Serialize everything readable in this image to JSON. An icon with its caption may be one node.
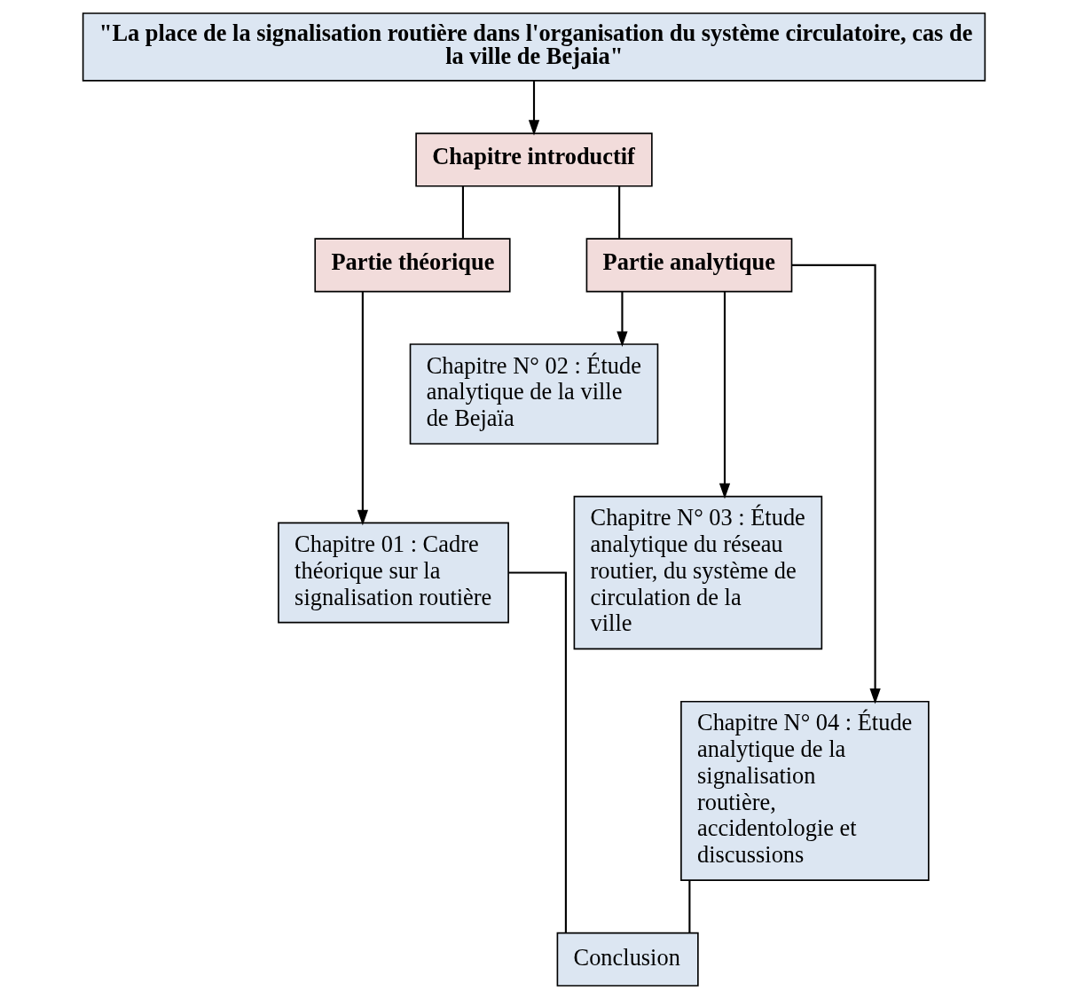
{
  "diagram": {
    "nodes": [
      {
        "text": [
          "\"La place de la signalisation routière dans l'organisation du système circulatoire, cas de la ville de Bejaia\""
        ]
      },
      {
        "text": [
          "Chapitre introductif"
        ]
      },
      {
        "text": [
          "Partie théorique"
        ]
      },
      {
        "text": [
          "Partie analytique"
        ]
      },
      {
        "text": [
          "Chapitre 01 : Cadre théorique sur la signalisation routière"
        ]
      },
      {
        "text": [
          "Chapitre N° 02 : Étude analytique de la ville de Bejaïa"
        ]
      },
      {
        "text": [
          "Chapitre N° 03 : Étude analytique du réseau routier, du système de circulation de la ville"
        ]
      },
      {
        "text": [
          "Chapitre N° 04 : Étude analytique de la signalisation routière, accidentologie et discussions"
        ]
      },
      {
        "text": [
          "Conclusion"
        ]
      }
    ],
    "edges": [
      {
        "from": 0,
        "to": 1,
        "arrow": "to"
      },
      {
        "from": 1,
        "to": 2,
        "arrow": "none"
      },
      {
        "from": 1,
        "to": 3,
        "arrow": "none"
      },
      {
        "from": 2,
        "to": 4,
        "arrow": "to"
      },
      {
        "from": 3,
        "to": 5,
        "arrow": "to"
      },
      {
        "from": 3,
        "to": 6,
        "arrow": "to"
      },
      {
        "from": 3,
        "to": 7,
        "arrow": "to"
      },
      {
        "from": 4,
        "to": 8,
        "arrow": "none"
      },
      {
        "from": 7,
        "to": 8,
        "arrow": "none"
      }
    ]
  }
}
